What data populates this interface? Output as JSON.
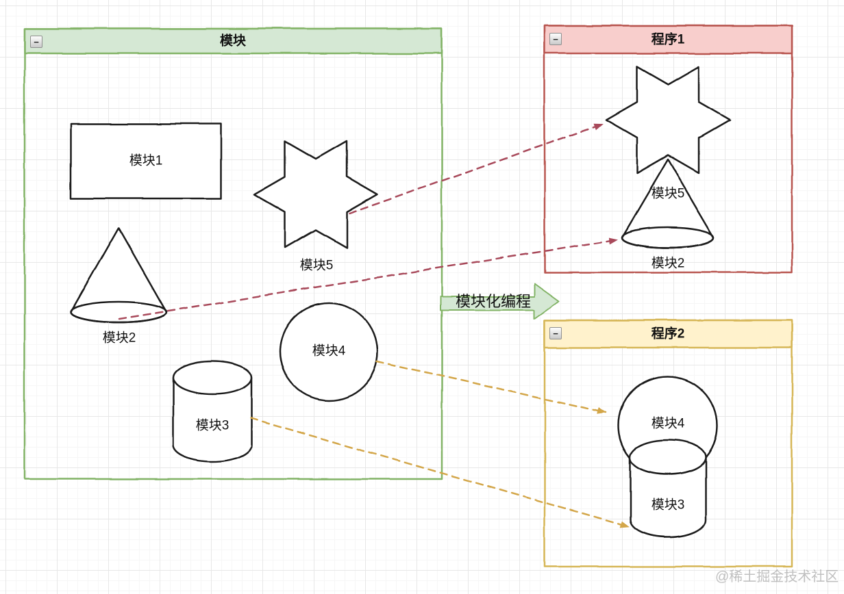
{
  "module_container": {
    "title": "模块",
    "shapes": {
      "rectangle_label": "模块1",
      "star_label": "模块5",
      "cone_label": "模块2",
      "cylinder_label": "模块3",
      "circle_label": "模块4"
    }
  },
  "program1_container": {
    "title": "程序1",
    "shapes": {
      "star_label": "模块5",
      "cone_label": "模块2"
    }
  },
  "program2_container": {
    "title": "程序2",
    "shapes": {
      "circle_label": "模块4",
      "cylinder_label": "模块3"
    }
  },
  "transform_arrow": {
    "label": "模块化编程"
  },
  "watermark": {
    "text": "@稀土掘金技术社区"
  },
  "icons": {
    "collapse": "−"
  },
  "colors": {
    "green_border": "#82b366",
    "green_fill": "#d5e8d4",
    "red_border": "#b85450",
    "red_fill": "#f8cecc",
    "yellow_border": "#d6b656",
    "yellow_fill": "#fff2cc",
    "red_connector": "#a8485a",
    "yellow_connector": "#d3a649",
    "shape_stroke": "#1a1a1a"
  }
}
